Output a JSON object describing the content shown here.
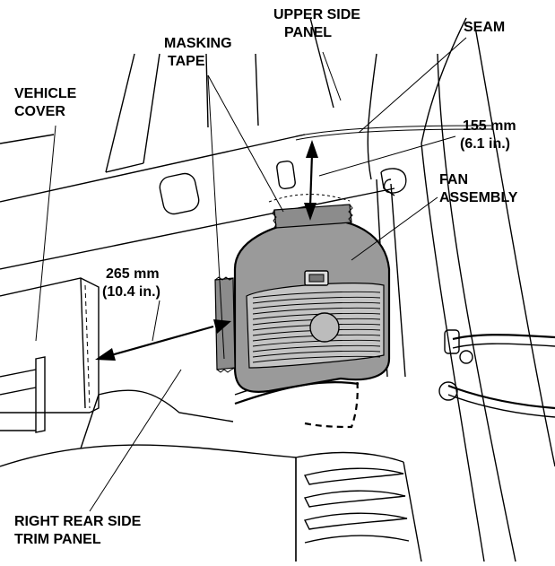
{
  "labels": {
    "upper_side_panel": [
      "UPPER SIDE",
      "PANEL"
    ],
    "seam": "SEAM",
    "masking_tape": [
      "MASKING",
      "TAPE"
    ],
    "vehicle_cover": [
      "VEHICLE",
      "COVER"
    ],
    "upper_gap": [
      "155 mm",
      "(6.1 in.)"
    ],
    "fan_assembly": [
      "FAN",
      "ASSEMBLY"
    ],
    "side_gap": [
      "265 mm",
      "(10.4 in.)"
    ],
    "right_rear_side_trim_panel": [
      "RIGHT REAR SIDE",
      "TRIM PANEL"
    ]
  },
  "colors": {
    "fan_body": "#9a9a9a",
    "fan_grille": "#c4c4c4",
    "tape": "#8c8c8c",
    "line": "#000000"
  }
}
